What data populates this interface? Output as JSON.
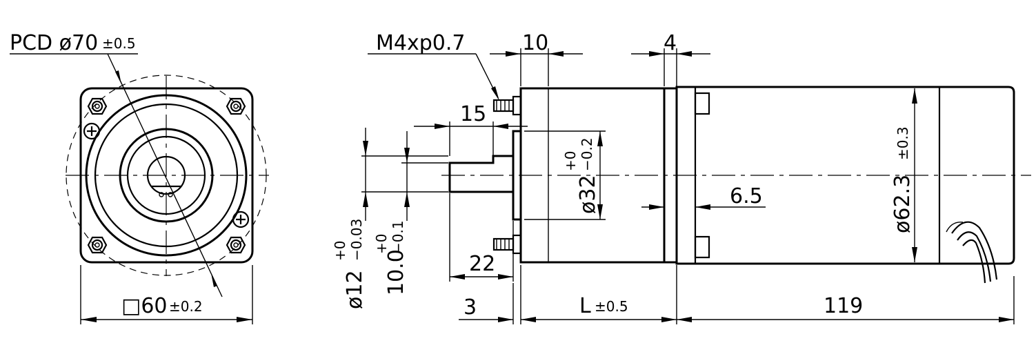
{
  "front_view": {
    "pcd_label": "PCD ø70",
    "pcd_tol": "±0.5",
    "square_label": "□60",
    "square_tol": "±0.2"
  },
  "side_view": {
    "thread_label": "M4xp0.7",
    "dim_10": "10",
    "dim_4": "4",
    "dim_15": "15",
    "dim_22": "22",
    "dim_3": "3",
    "dim_L": "L",
    "dim_L_tol": "±0.5",
    "dim_119": "119",
    "dim_6_5": "6.5",
    "dia_32": "ø32",
    "dia_32_tol_upper": "+0",
    "dia_32_tol_lower": "−0.2",
    "dia_62": "ø62.3",
    "dia_62_tol": "±0.3",
    "dia_12": "ø12",
    "dia_12_tol_upper": "+0",
    "dia_12_tol_lower": "−0.03",
    "dim_10_0": "10.0",
    "dim_10_0_tol_upper": "+0",
    "dim_10_0_tol_lower": "−0.1"
  }
}
